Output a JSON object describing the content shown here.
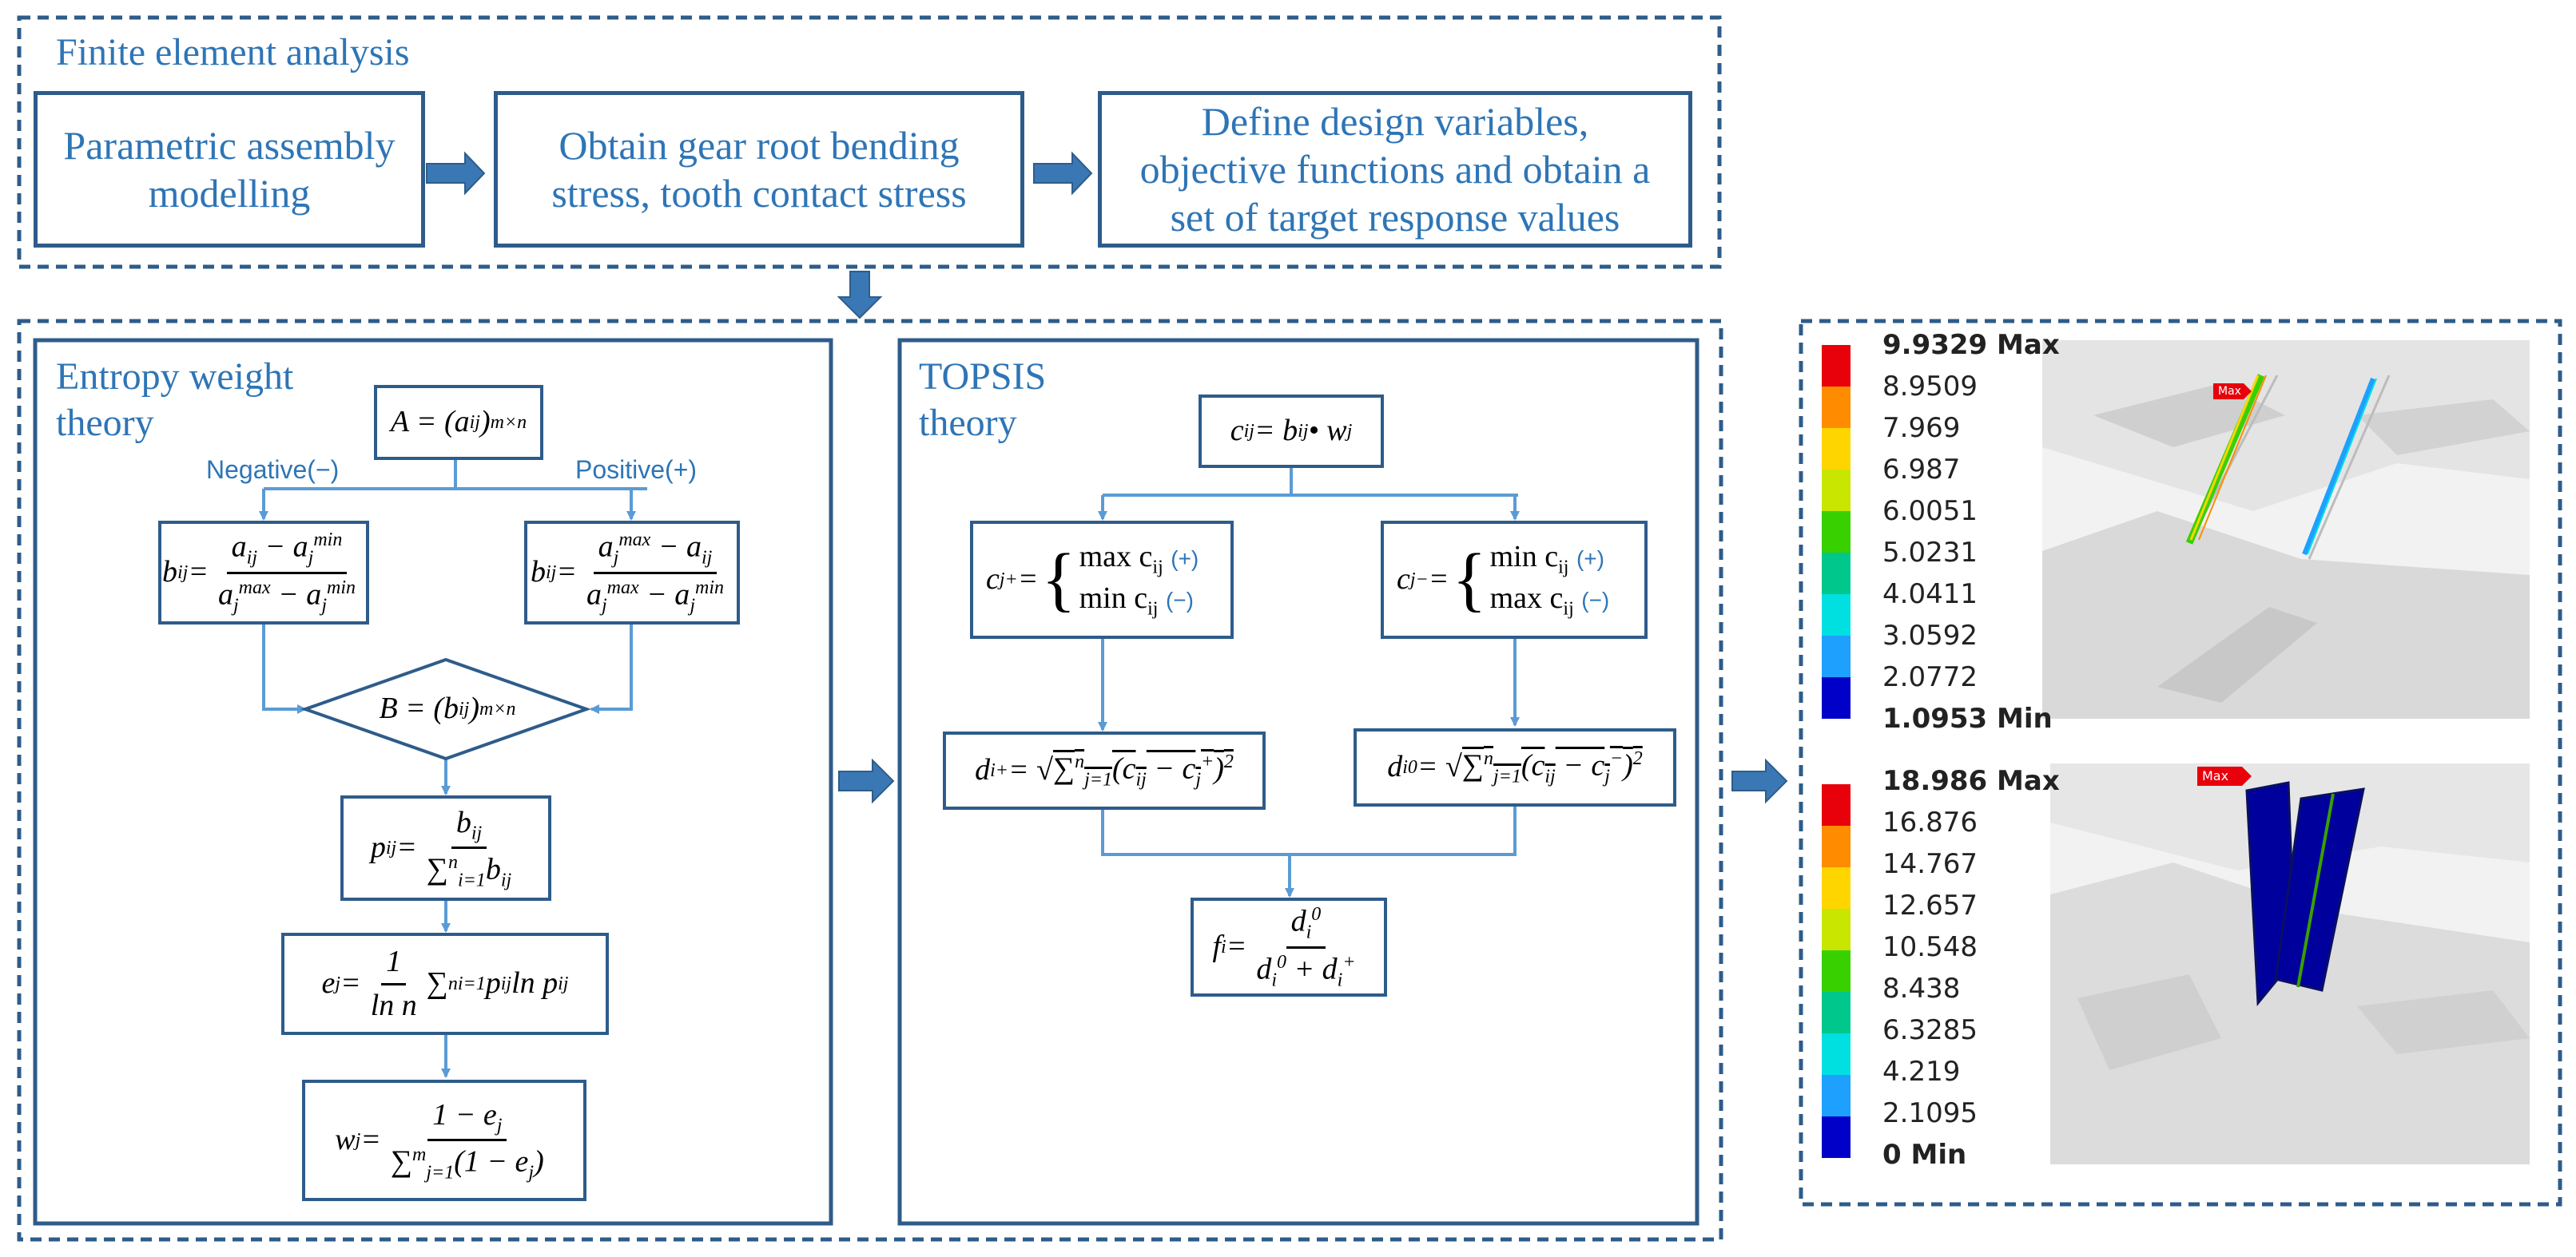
{
  "fea": {
    "title": "Finite element analysis",
    "box1": "Parametric assembly modelling",
    "box2": "Obtain gear root bending stress, tooth contact stress",
    "box3": "Define design variables, objective functions and obtain a set of target response values"
  },
  "entropy": {
    "title_line1": "Entropy weight",
    "title_line2": "theory",
    "negative_label": "Negative(−)",
    "positive_label": "Positive(+)"
  },
  "topsis": {
    "title_line1": "TOPSIS",
    "title_line2": "theory",
    "plus_sign": "(+)",
    "minus_sign": "(−)"
  },
  "results": {
    "marker": "Max",
    "legend1": [
      "9.9329 Max",
      "8.9509",
      "7.969",
      "6.987",
      "6.0051",
      "5.0231",
      "4.0411",
      "3.0592",
      "2.0772",
      "1.0953 Min"
    ],
    "legend2": [
      "18.986 Max",
      "16.876",
      "14.767",
      "12.657",
      "10.548",
      "8.438",
      "6.3285",
      "4.219",
      "2.1095",
      "0 Min"
    ],
    "colors": [
      "#e8000b",
      "#ff8c00",
      "#ffd500",
      "#c8e600",
      "#39d000",
      "#00c88c",
      "#00e0e0",
      "#1ea0ff",
      "#1e5aff",
      "#0000c8"
    ]
  }
}
